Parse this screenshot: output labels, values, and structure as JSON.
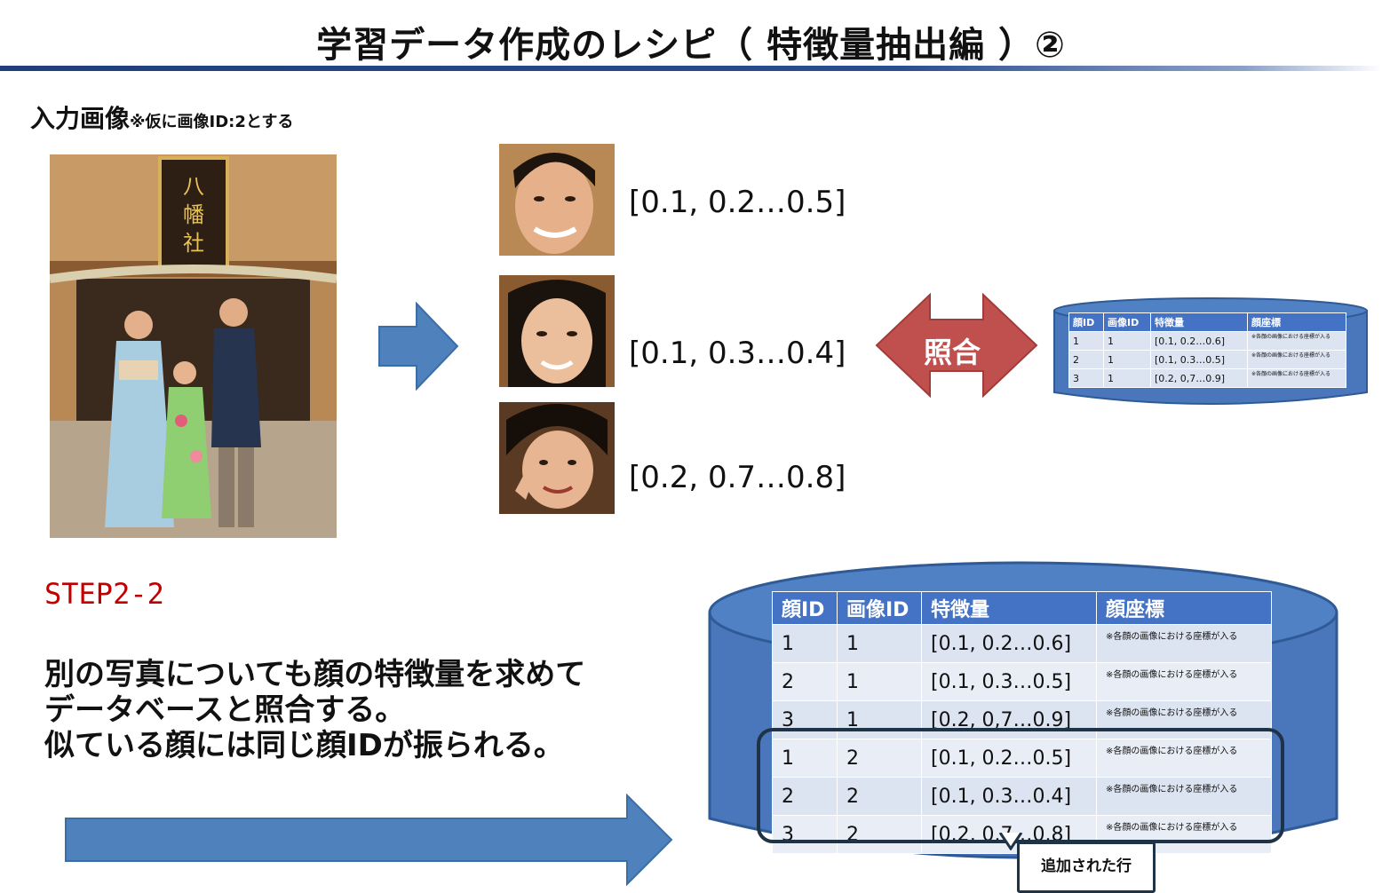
{
  "title": "学習データ作成のレシピ（ 特徴量抽出編 ）②",
  "input_label": "入力画像",
  "input_note": "※仮に画像ID:2とする",
  "shrine_sign": "八幡社",
  "face_vectors": [
    "[0.1, 0.2…0.5]",
    "[0.1, 0.3…0.4]",
    "[0.2, 0.7…0.8]"
  ],
  "match_label": "照合",
  "db_headers": [
    "顔ID",
    "画像ID",
    "特徴量",
    "顔座標"
  ],
  "db_small_rows": [
    {
      "face_id": "1",
      "image_id": "1",
      "feature": "[0.1, 0.2…0.6]",
      "coord": "※各顔の画像における座標が入る"
    },
    {
      "face_id": "2",
      "image_id": "1",
      "feature": "[0.1, 0.3…0.5]",
      "coord": "※各顔の画像における座標が入る"
    },
    {
      "face_id": "3",
      "image_id": "1",
      "feature": "[0.2, 0,7…0.9]",
      "coord": "※各顔の画像における座標が入る"
    }
  ],
  "db_big_rows": [
    {
      "face_id": "1",
      "image_id": "1",
      "feature": "[0.1, 0.2…0.6]",
      "coord": "※各顔の画像における座標が入る"
    },
    {
      "face_id": "2",
      "image_id": "1",
      "feature": "[0.1, 0.3…0.5]",
      "coord": "※各顔の画像における座標が入る"
    },
    {
      "face_id": "3",
      "image_id": "1",
      "feature": "[0.2, 0,7…0.9]",
      "coord": "※各顔の画像における座標が入る"
    },
    {
      "face_id": "1",
      "image_id": "2",
      "feature": "[0.1, 0.2…0.5]",
      "coord": "※各顔の画像における座標が入る"
    },
    {
      "face_id": "2",
      "image_id": "2",
      "feature": "[0.1, 0.3…0.4]",
      "coord": "※各顔の画像における座標が入る"
    },
    {
      "face_id": "3",
      "image_id": "2",
      "feature": "[0.2, 0.7…0.8]",
      "coord": "※各顔の画像における座標が入る"
    }
  ],
  "step_label": "STEP2-2",
  "description": [
    "別の写真についても顔の特徴量を求めて",
    "データベースと照合する。",
    "似ている顔には同じ顔IDが振られる。"
  ],
  "added_rows_label": "追加された行",
  "colors": {
    "accent_blue": "#4f81bd",
    "db_blue": "#4a77bb",
    "arrow_red": "#c0504d",
    "step_red": "#c00000",
    "navy": "#1f3e7a"
  }
}
